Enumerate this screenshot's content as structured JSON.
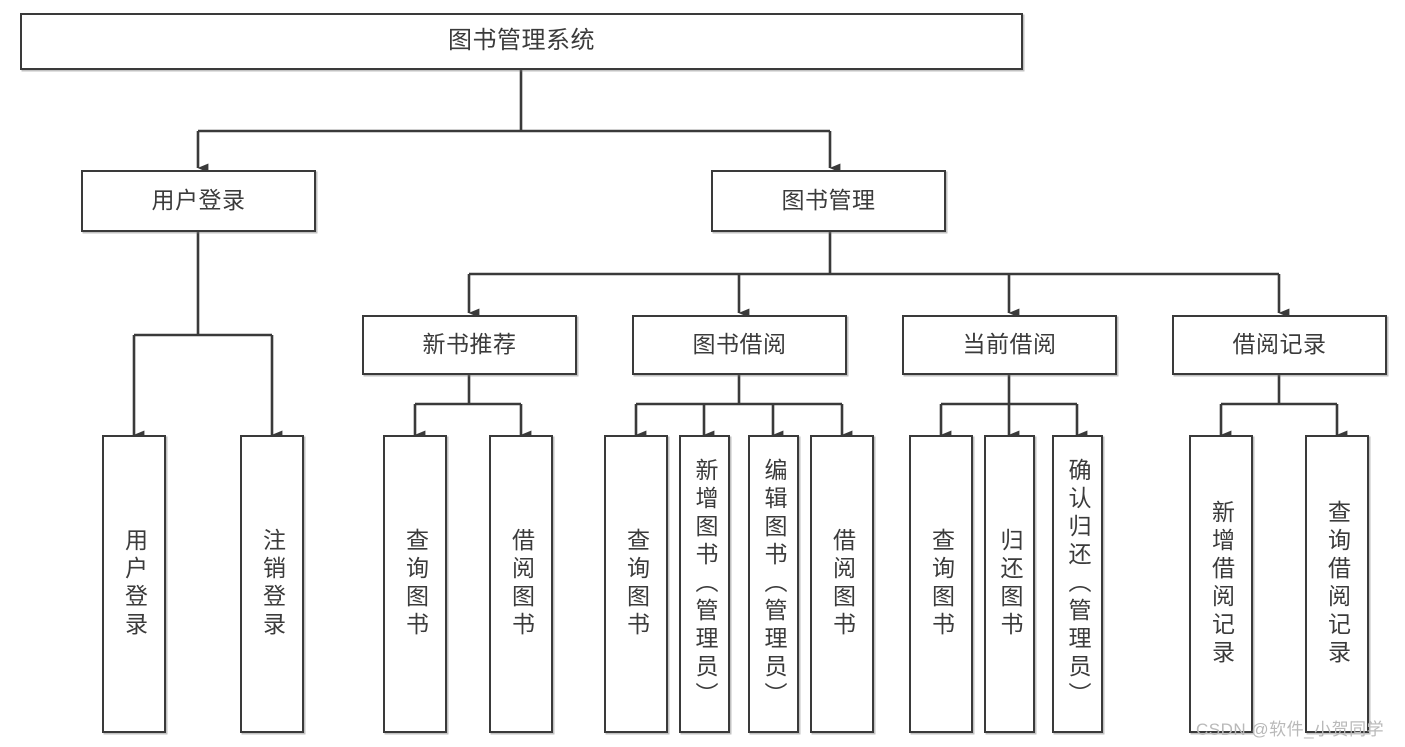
{
  "diagram": {
    "type": "tree-hierarchy",
    "title": "图书管理系统",
    "watermark": "CSDN @软件_小贺同学",
    "colors": {
      "stroke": "#3a3a3a",
      "text": "#3b3b3b",
      "background": "#ffffff",
      "watermark": "#b9b9b9"
    },
    "levels": [
      {
        "level": 1,
        "nodes": [
          {
            "id": "root",
            "label": "图书管理系统"
          }
        ]
      },
      {
        "level": 2,
        "nodes": [
          {
            "id": "user-login",
            "label": "用户登录",
            "parent": "root"
          },
          {
            "id": "book-manage",
            "label": "图书管理",
            "parent": "root"
          }
        ]
      },
      {
        "level": 3,
        "nodes": [
          {
            "id": "new-book-rec",
            "label": "新书推荐",
            "parent": "book-manage"
          },
          {
            "id": "book-borrow",
            "label": "图书借阅",
            "parent": "book-manage"
          },
          {
            "id": "current-borrow",
            "label": "当前借阅",
            "parent": "book-manage"
          },
          {
            "id": "borrow-record",
            "label": "借阅记录",
            "parent": "book-manage"
          }
        ]
      },
      {
        "level": 4,
        "nodes": [
          {
            "id": "leaf-user-login",
            "label": "用户登录",
            "parent": "user-login"
          },
          {
            "id": "leaf-logout",
            "label": "注销登录",
            "parent": "user-login"
          },
          {
            "id": "leaf-query-book-1",
            "label": "查询图书",
            "parent": "new-book-rec"
          },
          {
            "id": "leaf-borrow-book-1",
            "label": "借阅图书",
            "parent": "new-book-rec"
          },
          {
            "id": "leaf-query-book-2",
            "label": "查询图书",
            "parent": "book-borrow"
          },
          {
            "id": "leaf-add-book",
            "label": "新增图书（管理员）",
            "parent": "book-borrow"
          },
          {
            "id": "leaf-edit-book",
            "label": "编辑图书（管理员）",
            "parent": "book-borrow"
          },
          {
            "id": "leaf-borrow-book-2",
            "label": "借阅图书",
            "parent": "book-borrow"
          },
          {
            "id": "leaf-query-book-3",
            "label": "查询图书",
            "parent": "current-borrow"
          },
          {
            "id": "leaf-return-book",
            "label": "归还图书",
            "parent": "current-borrow"
          },
          {
            "id": "leaf-confirm-return",
            "label": "确认归还（管理员）",
            "parent": "current-borrow"
          },
          {
            "id": "leaf-add-record",
            "label": "新增借阅记录",
            "parent": "borrow-record"
          },
          {
            "id": "leaf-query-record",
            "label": "查询借阅记录",
            "parent": "borrow-record"
          }
        ]
      }
    ]
  }
}
